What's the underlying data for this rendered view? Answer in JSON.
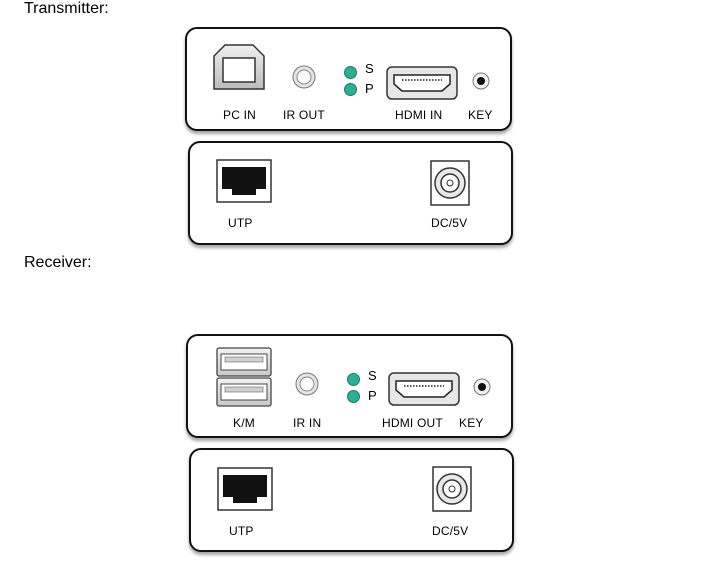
{
  "transmitter": {
    "heading": "Transmitter:",
    "front": {
      "pc_in": "PC IN",
      "ir_out": "IR OUT",
      "hdmi_in": "HDMI IN",
      "key": "KEY",
      "led_s": "S",
      "led_p": "P"
    },
    "rear": {
      "utp": "UTP",
      "dc": "DC/5V"
    }
  },
  "receiver": {
    "heading": "Receiver:",
    "front": {
      "km": "K/M",
      "ir_in": "IR IN",
      "hdmi_out": "HDMI OUT",
      "key": "KEY",
      "led_s": "S",
      "led_p": "P"
    },
    "rear": {
      "utp": "UTP",
      "dc": "DC/5V"
    }
  },
  "colors": {
    "led": "#2fae93",
    "port_fill": "#dcdcdc"
  }
}
